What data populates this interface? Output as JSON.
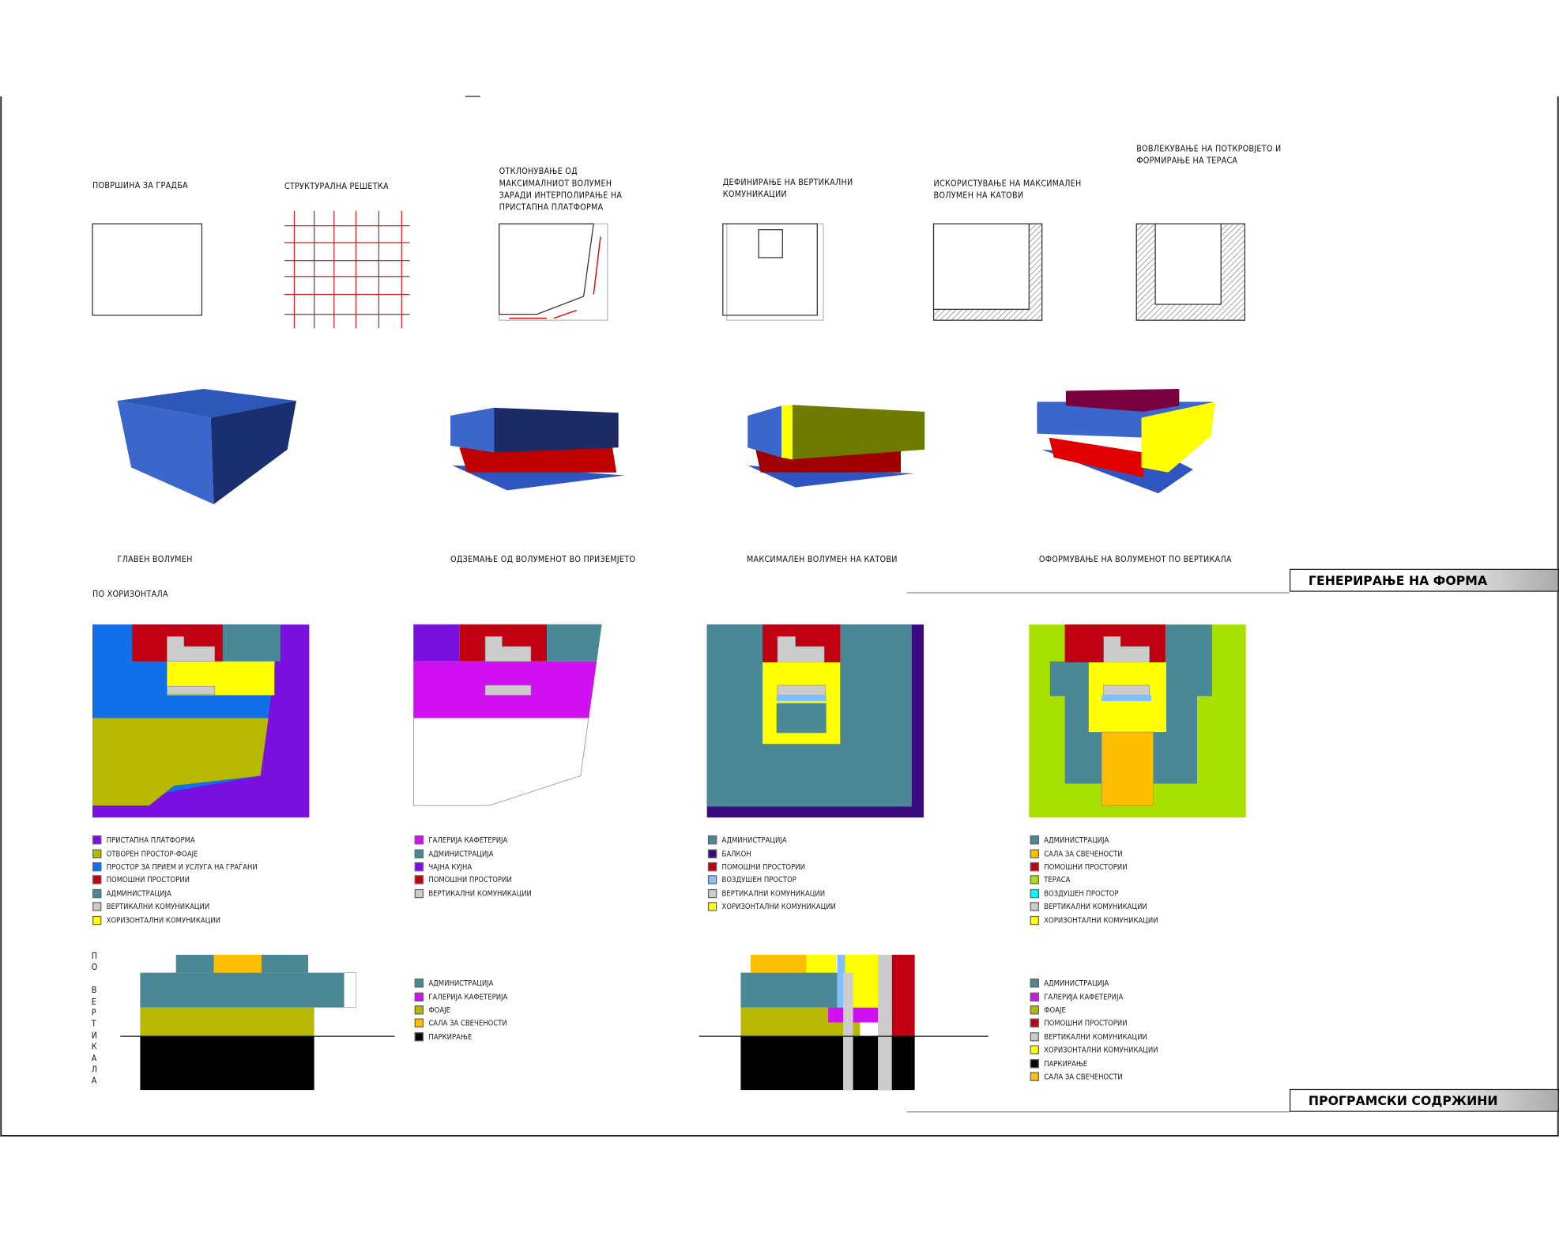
{
  "top_labels": [
    "ПОВРШИНА ЗА ГРАДБА",
    "СТРУКТУРАЛНА РЕШЕТКА",
    "ОТКЛОНУВАЊЕ ОД\nМАКСИМАЛНИОТ ВОЛУМЕН\nЗАРАДИ ИНТЕРПОЛИРАЊЕ НА\nПРИСТАПНА ПЛАТФОРМА",
    "ДЕФИНИРАЊЕ НА ВЕРТИКАЛНИ\nКОМУНИКАЦИИ",
    "ИСКОРИСТУВАЊЕ НА МАКСИМАЛЕН\nВОЛУМЕН НА КАТОВИ",
    "ВОВЛЕКУВАЊЕ НА ПОТКРОВЈЕТО И\nФОРМИРАЊЕ НА ТЕРАСА"
  ],
  "volume_labels": [
    "ГЛАВЕН ВОЛУМЕН",
    "ОДЗЕМАЊЕ ОД ВОЛУМЕНОТ ВО ПРИЗЕМЈЕТО",
    "МАКСИМАЛЕН ВОЛУМЕН НА КАТОВИ",
    "ОФОРМУВАЊЕ НА ВОЛУМЕНОТ ПО ВЕРТИКАЛА"
  ],
  "section1_title": "ГЕНЕРИРАЊЕ НА ФОРМА",
  "section2_title": "ПРОГРАМСКИ СОДРЖИНИ",
  "horizontal_label": "ПО ХОРИЗОНТАЛА",
  "vertical_label": "П\nО\n\nВ\nЕ\nР\nТ\nИ\nК\nА\nЛ\nА",
  "plan_legends": [
    [
      {
        "label": "ПРИСТАПНА ПЛАТФОРМА",
        "color": "#7a10e0"
      },
      {
        "label": "ОТВОРЕН ПРОСТОР-ФОАЈЕ",
        "color": "#b8b800"
      },
      {
        "label": "ПРОСТОР ЗА ПРИЕМ И УСЛУГА НА ГРАЃАНИ",
        "color": "#1070e8"
      },
      {
        "label": "ПОМОШНИ ПРОСТОРИИ",
        "color": "#c00010"
      },
      {
        "label": "АДМИНИСТРАЦИЈА",
        "color": "#4a8898"
      },
      {
        "label": "ВЕРТИКАЛНИ КОМУНИКАЦИИ",
        "color": "#cccccc"
      },
      {
        "label": "ХОРИЗОНТАЛНИ КОМУНИКАЦИИ",
        "color": "#ffff00"
      }
    ],
    [
      {
        "label": "ГАЛЕРИЈА КАФЕТЕРИЈА",
        "color": "#d010f0"
      },
      {
        "label": "АДМИНИСТРАЦИЈА",
        "color": "#4a8898"
      },
      {
        "label": "ЧАЈНА КУЈНА",
        "color": "#7a10e0"
      },
      {
        "label": "ПОМОШНИ ПРОСТОРИИ",
        "color": "#c00010"
      },
      {
        "label": "ВЕРТИКАЛНИ КОМУНИКАЦИИ",
        "color": "#cccccc"
      }
    ],
    [
      {
        "label": "АДМИНИСТРАЦИЈА",
        "color": "#4a8898"
      },
      {
        "label": "БАЛКОН",
        "color": "#3a0a80"
      },
      {
        "label": "ПОМОШНИ ПРОСТОРИИ",
        "color": "#c00010"
      },
      {
        "label": "ВОЗДУШЕН ПРОСТОР",
        "color": "#80c0ff"
      },
      {
        "label": "ВЕРТИКАЛНИ КОМУНИКАЦИИ",
        "color": "#cccccc"
      },
      {
        "label": "ХОРИЗОНТАЛНИ КОМУНИКАЦИИ",
        "color": "#ffff00"
      }
    ],
    [
      {
        "label": "АДМИНИСТРАЦИЈА",
        "color": "#4a8898"
      },
      {
        "label": "САЛА ЗА СВЕЧЕНОСТИ",
        "color": "#ffbf00"
      },
      {
        "label": "ПОМОШНИ ПРОСТОРИИ",
        "color": "#c00010"
      },
      {
        "label": "ТЕРАСА",
        "color": "#a8e000"
      },
      {
        "label": "ВОЗДУШЕН ПРОСТОР",
        "color": "#00ffff"
      },
      {
        "label": "ВЕРТИКАЛНИ КОМУНИКАЦИИ",
        "color": "#cccccc"
      },
      {
        "label": "ХОРИЗОНТАЛНИ КОМУНИКАЦИИ",
        "color": "#ffff00"
      }
    ]
  ],
  "section_legends": [
    [
      {
        "label": "АДМИНИСТРАЦИЈА",
        "color": "#4a8898"
      },
      {
        "label": "ГАЛЕРИЈА КАФЕТЕРИЈА",
        "color": "#d010f0"
      },
      {
        "label": "ФОАЈЕ",
        "color": "#b8b800"
      },
      {
        "label": "САЛА ЗА СВЕЧЕНОСТИ",
        "color": "#ffbf00"
      },
      {
        "label": "ПАРКИРАЊЕ",
        "color": "#000000"
      }
    ],
    [
      {
        "label": "АДМИНИСТРАЦИЈА",
        "color": "#4a8898"
      },
      {
        "label": "ГАЛЕРИЈА КАФЕТЕРИЈА",
        "color": "#d010f0"
      },
      {
        "label": "ФОАЈЕ",
        "color": "#b8b800"
      },
      {
        "label": "ПОМОШНИ ПРОСТОРИИ",
        "color": "#c00010"
      },
      {
        "label": "ВЕРТИКАЛНИ КОМУНИКАЦИИ",
        "color": "#cccccc"
      },
      {
        "label": "ХОРИЗОНТАЛНИ КОМУНИКАЦИИ",
        "color": "#ffff00"
      },
      {
        "label": "ПАРКИРАЊЕ",
        "color": "#000000"
      },
      {
        "label": "САЛА ЗА СВЕЧЕНОСТИ",
        "color": "#ffbf00"
      }
    ]
  ]
}
